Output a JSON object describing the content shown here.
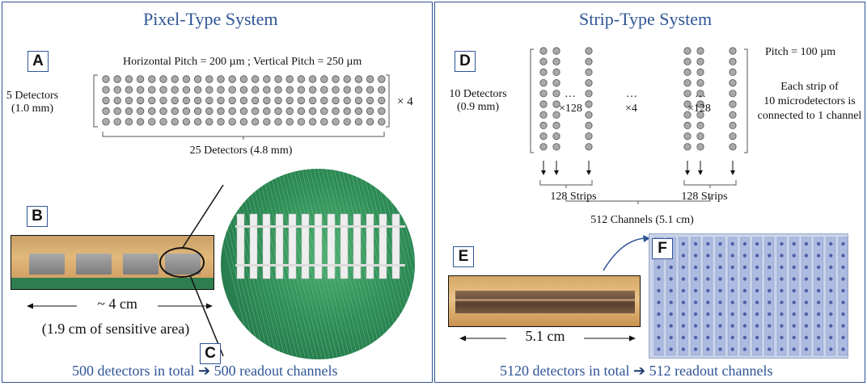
{
  "left": {
    "title": "Pixel-Type System",
    "label_a": "A",
    "label_b": "B",
    "label_c": "C",
    "pitch": "Horizontal Pitch = 200 µm ; Vertical Pitch = 250 µm",
    "rows_label_1": "5 Detectors",
    "rows_label_2": "(1.0 mm)",
    "cols_label": "25 Detectors (4.8 mm)",
    "multiplier": "× 4",
    "length_label": "~ 4 cm",
    "sensitive_label": "(1.9 cm of sensitive area)",
    "summary_count": "500 detectors in total",
    "summary_channels": "500 readout channels"
  },
  "right": {
    "title": "Strip-Type System",
    "label_d": "D",
    "label_e": "E",
    "label_f": "F",
    "pitch": "Pitch = 100 µm",
    "rows_label_1": "10 Detectors",
    "rows_label_2": "(0.9 mm)",
    "strip_note_1": "Each strip of",
    "strip_note_2": "10 microdetectors is",
    "strip_note_3": "connected to 1 channel",
    "ellipsis": "…",
    "x128": "×128",
    "x4": "×4",
    "strips_1": "128 Strips",
    "strips_2": "128 Strips",
    "channels": "512 Channels (5.1 cm)",
    "length_label": "5.1 cm",
    "summary_count": "5120 detectors in total",
    "summary_channels": "512 readout channels"
  },
  "colors": {
    "accent": "#2f5597",
    "dot_fill": "#a9a9a9",
    "pcb_green": "#2e7d4f",
    "copper": "#c79a5a",
    "silicon": "#8f8f8f"
  }
}
